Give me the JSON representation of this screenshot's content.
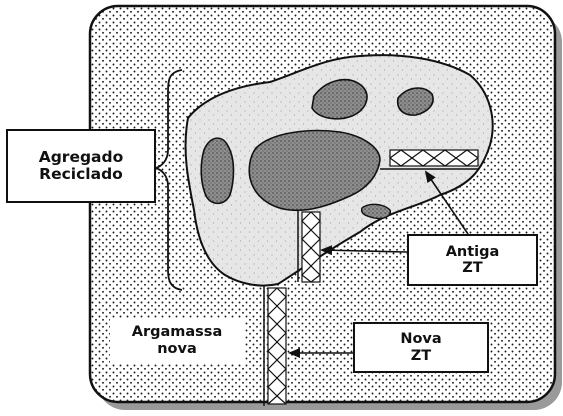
{
  "labels": {
    "agregado": [
      "Agregado",
      "Reciclado"
    ],
    "antiga_zt": [
      "Antiga",
      "ZT"
    ],
    "nova_zt": [
      "Nova",
      "ZT"
    ],
    "argamassa": [
      "Argamassa",
      "nova"
    ]
  },
  "colors": {
    "outline": "#111111",
    "mortar_dots": "#1a1a1a",
    "aggregate_fill": "#e6e6e6",
    "stone_fill": "#8e8e8e",
    "background": "#ffffff"
  }
}
